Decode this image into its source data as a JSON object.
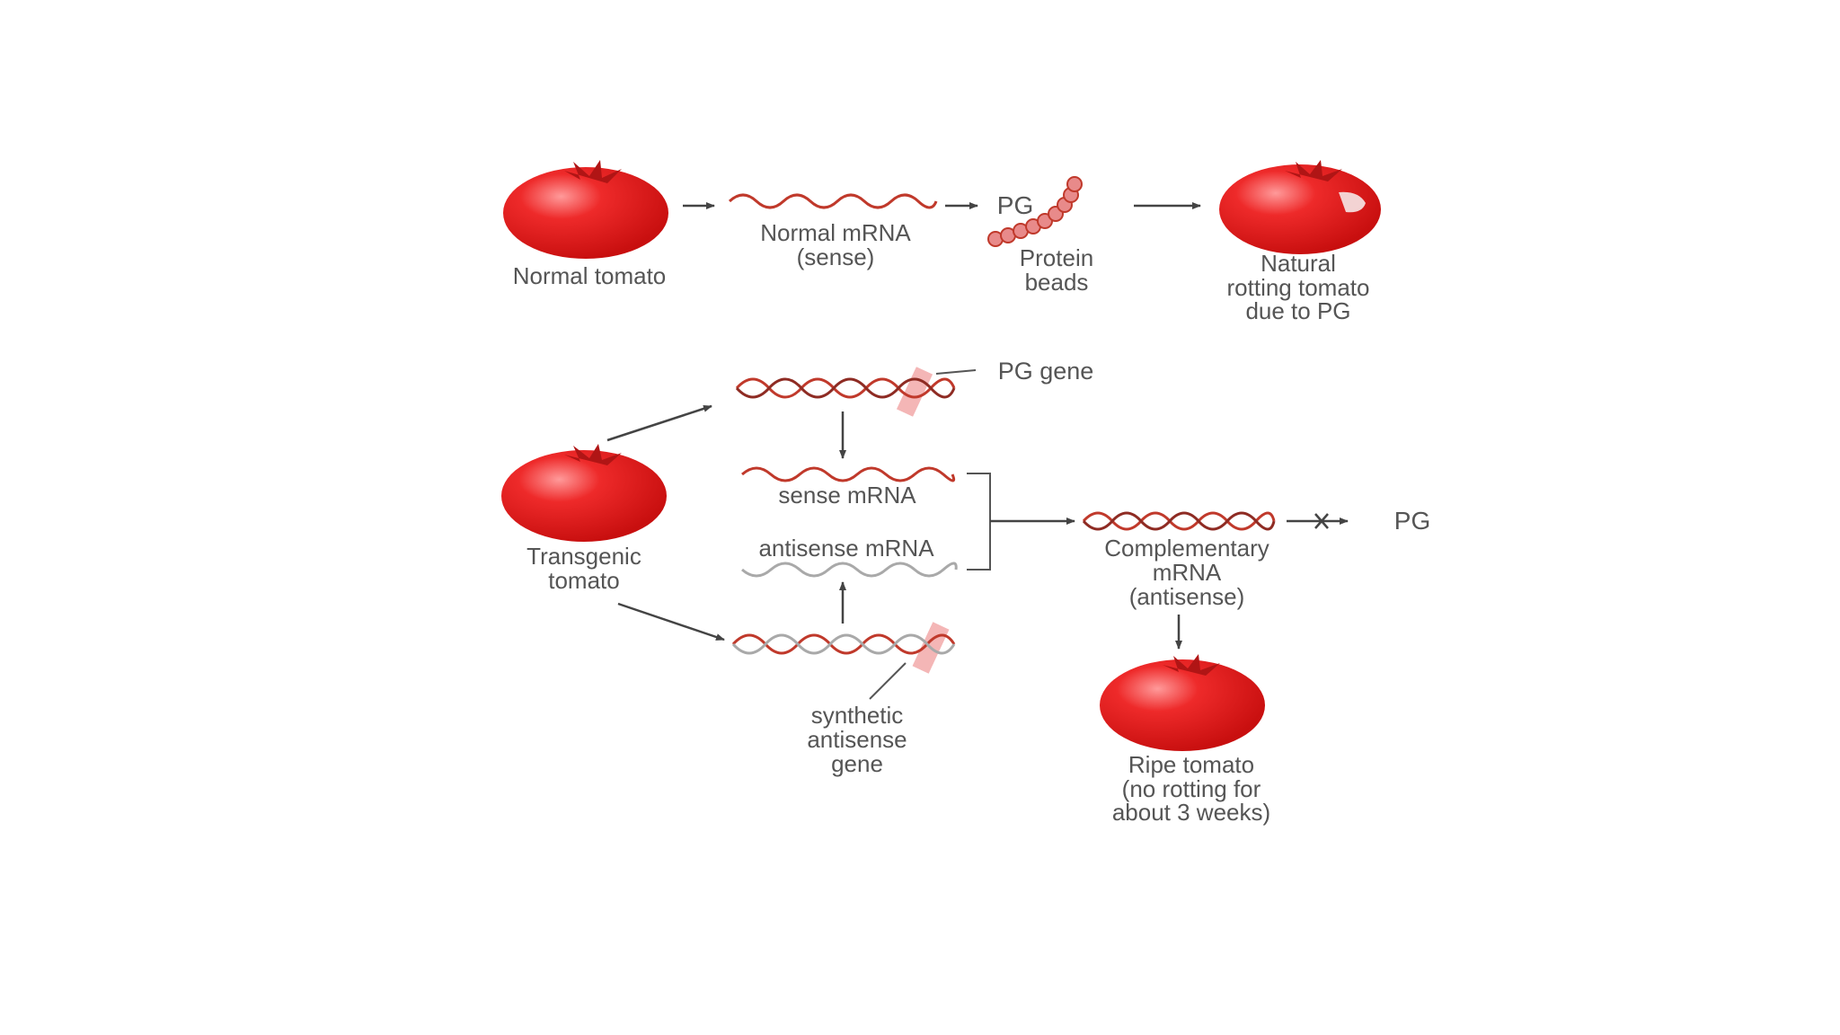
{
  "colors": {
    "tomato": "#e21a1a",
    "tomato_highlight": "#ff8a8a",
    "stem": "#b01515",
    "strand": "#c0392b",
    "antisense_strand": "#a9a9a9",
    "highlight_band": "#f4b6b6",
    "arrow": "#444444",
    "text": "#555555"
  },
  "icons": {
    "tomato": "tomato-icon",
    "mrna": "mrna-wave-icon",
    "dna": "dna-helix-icon",
    "protein": "protein-beads-icon",
    "block": "blocked-x-icon"
  },
  "normal_pathway": {
    "tomato_label": "Normal tomato",
    "mrna_label": [
      "Normal mRNA",
      "(sense)"
    ],
    "pg_label": "PG",
    "protein_label": [
      "Protein",
      "beads"
    ],
    "rotting_label": [
      "Natural",
      "rotting tomato",
      "due to PG"
    ]
  },
  "transgenic_pathway": {
    "tomato_label": [
      "Transgenic",
      "tomato"
    ],
    "pg_gene_label": "PG gene",
    "sense_label": "sense mRNA",
    "antisense_label": "antisense mRNA",
    "synthetic_label": [
      "synthetic",
      "antisense",
      "gene"
    ],
    "complementary_label": [
      "Complementary",
      "mRNA",
      "(antisense)"
    ],
    "pg_label": "PG",
    "ripe_label": [
      "Ripe tomato",
      "(no rotting for",
      "about 3 weeks)"
    ]
  }
}
